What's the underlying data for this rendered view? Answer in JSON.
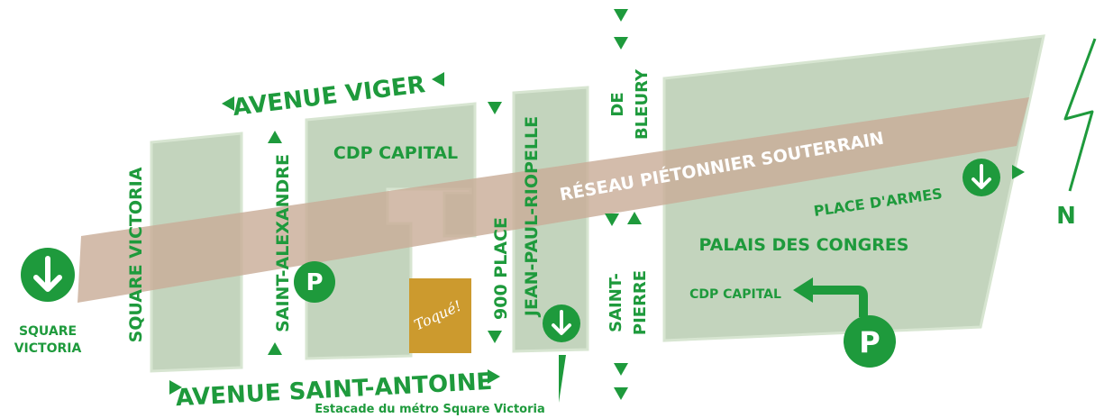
{
  "colors": {
    "block_fill": "#c3d4bd",
    "block_stroke": "#d7e5d1",
    "green": "#1e9a3c",
    "tunnel": "#c9ad98",
    "logo_bg": "#cc9a2e"
  },
  "streets": {
    "avenue_viger": "AVENUE VIGER",
    "avenue_saint_antoine": "AVENUE SAINT-ANTOINE",
    "square_victoria": "SQUARE VICTORIA",
    "saint_alexandre": "SAINT-ALEXANDRE",
    "place_900": "900 PLACE",
    "jean_paul_riopelle": "JEAN-PAUL-RIOPELLE",
    "de": "DE",
    "bleury": "BLEURY",
    "saint": "SAINT-",
    "pierre": "PIERRE"
  },
  "buildings": {
    "cdp_capital": "CDP CAPITAL",
    "palais_des_congres": "PALAIS DES CONGRES",
    "cdp_capital_parking": "CDP CAPITAL"
  },
  "tunnel": {
    "label": "RÉSEAU PIÉTONNIER SOUTERRAIN"
  },
  "metro": {
    "square_victoria_line1": "SQUARE",
    "square_victoria_line2": "VICTORIA",
    "place_darmes": "PLACE D'ARMES",
    "estacade": "Estacade du métro Square Victoria"
  },
  "icons": {
    "parking": "P",
    "metro": "metro-arrow-down-icon",
    "one_way": "triangle-arrow-icon",
    "north": "north-arrow-icon"
  },
  "restaurant": {
    "logo_text": "Toqué!"
  },
  "compass": {
    "label": "N"
  }
}
